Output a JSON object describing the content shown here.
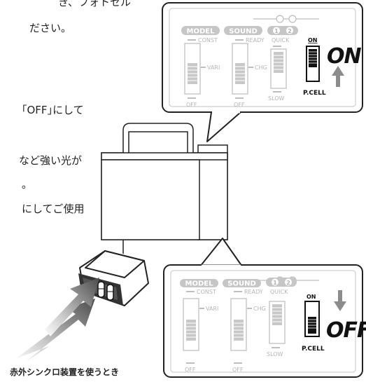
{
  "text_fragments": [
    "き、フォトセル",
    "ださい。",
    "｢OFF｣にして",
    "など強い光が",
    "。",
    "にしてご使用"
  ],
  "caption": "赤外シンクロ装置を使うとき",
  "panel_top": {
    "pills": {
      "model": "MODEL",
      "sound": "SOUND",
      "one": "1",
      "two": "2"
    },
    "labels": {
      "const": "CONST",
      "vari": "VARI",
      "off1": "OFF",
      "ready": "READY",
      "chg": "CHG",
      "off2": "OFF",
      "quick": "QUICK",
      "slow": "SLOW",
      "on": "ON",
      "pcell": "P.CELL"
    },
    "state_label": "ON",
    "arrow_direction": "up"
  },
  "panel_bottom": {
    "pills": {
      "model": "MODEL",
      "sound": "SOUND",
      "one": "1",
      "two": "2"
    },
    "labels": {
      "const": "CONST",
      "vari": "VARI",
      "off1": "OFF",
      "ready": "READY",
      "chg": "CHG",
      "off2": "OFF",
      "quick": "QUICK",
      "slow": "SLOW",
      "on": "ON",
      "pcell": "P.CELL"
    },
    "state_label": "OFF",
    "arrow_direction": "down"
  },
  "colors": {
    "panel_border": "#222222",
    "panel_inner": "#c8c8c8",
    "arrow_gray": "#8c8c8c",
    "label_gray": "#b5b5b5"
  }
}
